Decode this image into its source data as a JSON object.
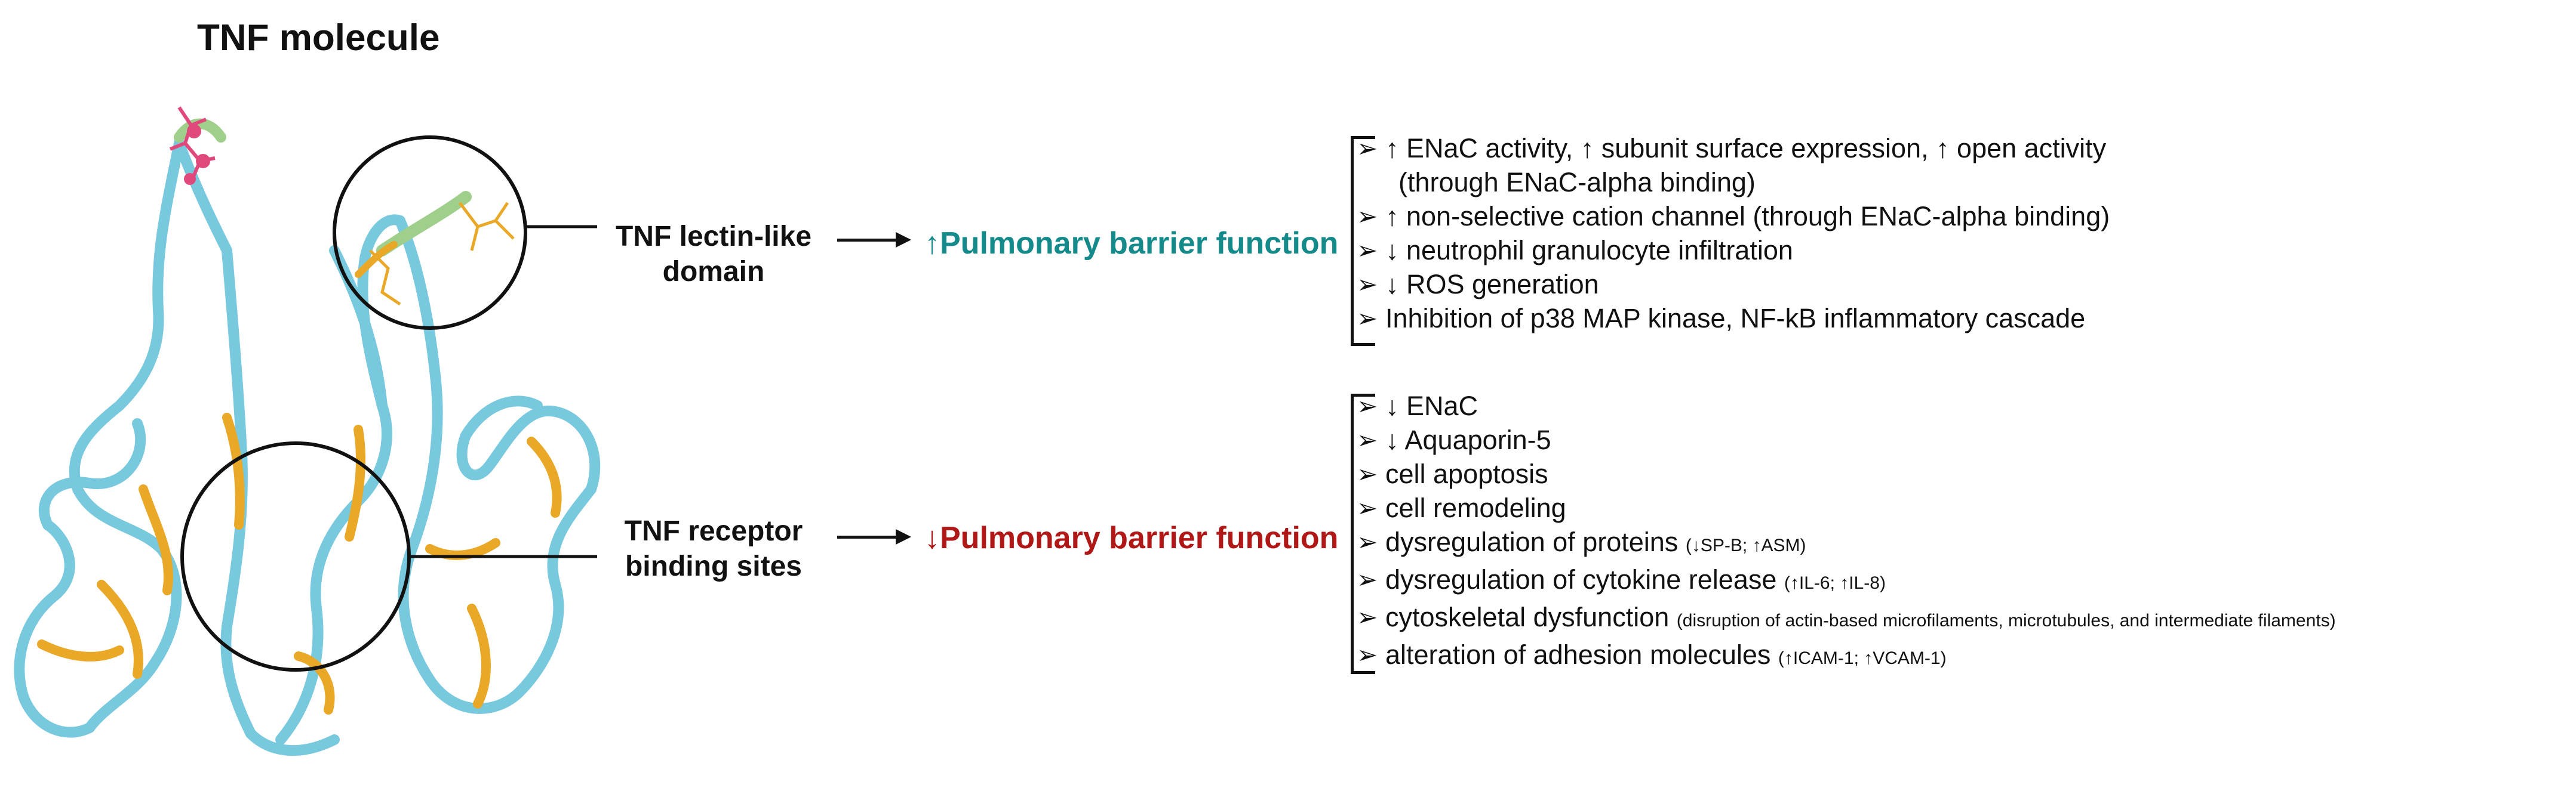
{
  "title": "TNF molecule",
  "colors": {
    "ribbon": "#79c9de",
    "ribbon_highlight": "#e9a828",
    "lectin_loop": "#9fcf8a",
    "ligand": "#e0497b",
    "up_outcome": "#148a8a",
    "down_outcome": "#b01818"
  },
  "lectin": {
    "label_line1": "TNF lectin-like",
    "label_line2": "domain",
    "outcome_arrow": "↑",
    "outcome": "Pulmonary barrier function",
    "effects": [
      {
        "bullet": "➢",
        "text": "↑ ENaC activity, ↑ subunit surface expression, ↑ open activity"
      },
      {
        "bullet": "",
        "text": "(through ENaC-alpha binding)"
      },
      {
        "bullet": "➢",
        "text": "↑ non-selective cation channel (through ENaC-alpha  binding)"
      },
      {
        "bullet": "➢",
        "text": "↓ neutrophil granulocyte infiltration"
      },
      {
        "bullet": "➢",
        "text": "↓ ROS generation"
      },
      {
        "bullet": "➢",
        "text": "Inhibition of p38 MAP kinase, NF-kB inflammatory cascade"
      }
    ]
  },
  "receptor": {
    "label_line1": "TNF receptor",
    "label_line2": "binding sites",
    "outcome_arrow": "↓",
    "outcome": "Pulmonary barrier function",
    "effects": [
      {
        "bullet": "➢",
        "text": "↓ ENaC",
        "note": ""
      },
      {
        "bullet": "➢",
        "text": "↓ Aquaporin-5",
        "note": ""
      },
      {
        "bullet": "➢",
        "text": "cell apoptosis",
        "note": ""
      },
      {
        "bullet": "➢",
        "text": "cell remodeling",
        "note": ""
      },
      {
        "bullet": "➢",
        "text": "dysregulation of proteins",
        "note": "(↓SP-B; ↑ASM)"
      },
      {
        "bullet": "➢",
        "text": "dysregulation of cytokine release",
        "note": "(↑IL-6; ↑IL-8)"
      },
      {
        "bullet": "➢",
        "text": "cytoskeletal dysfunction",
        "note": "(disruption of actin-based microfilaments, microtubules, and intermediate filaments)"
      },
      {
        "bullet": "➢",
        "text": "alteration of adhesion molecules",
        "note": "(↑ICAM-1; ↑VCAM-1)"
      }
    ]
  }
}
